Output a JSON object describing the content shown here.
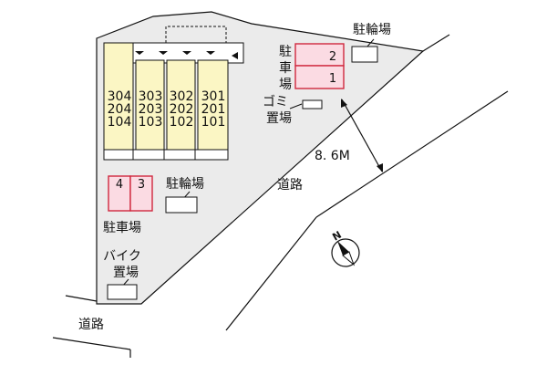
{
  "colors": {
    "lot_fill": "#ebebeb",
    "building_fill": "#fbf6c4",
    "parking_fill": "#fbdbe3",
    "parking_stroke": "#d0283e",
    "line": "#111111"
  },
  "building": {
    "columns": [
      [
        "304",
        "204",
        "104"
      ],
      [
        "303",
        "203",
        "103"
      ],
      [
        "302",
        "202",
        "102"
      ],
      [
        "301",
        "201",
        "101"
      ]
    ]
  },
  "labels": {
    "bike_parking_top": "駐輪場",
    "car_parking_right": [
      "駐",
      "車",
      "場"
    ],
    "garbage": [
      "ゴミ",
      "置場"
    ],
    "bike_parking_mid": "駐輪場",
    "car_parking_left": "駐車場",
    "motorbike": [
      "バイク",
      "置場"
    ],
    "road_right": "道路",
    "road_bottom": "道路",
    "road_width": "8. 6M"
  },
  "parking_right": [
    "2",
    "1"
  ],
  "parking_left": [
    "4",
    "3"
  ],
  "compass_icon": "north-arrow-icon",
  "compass_label": "N"
}
